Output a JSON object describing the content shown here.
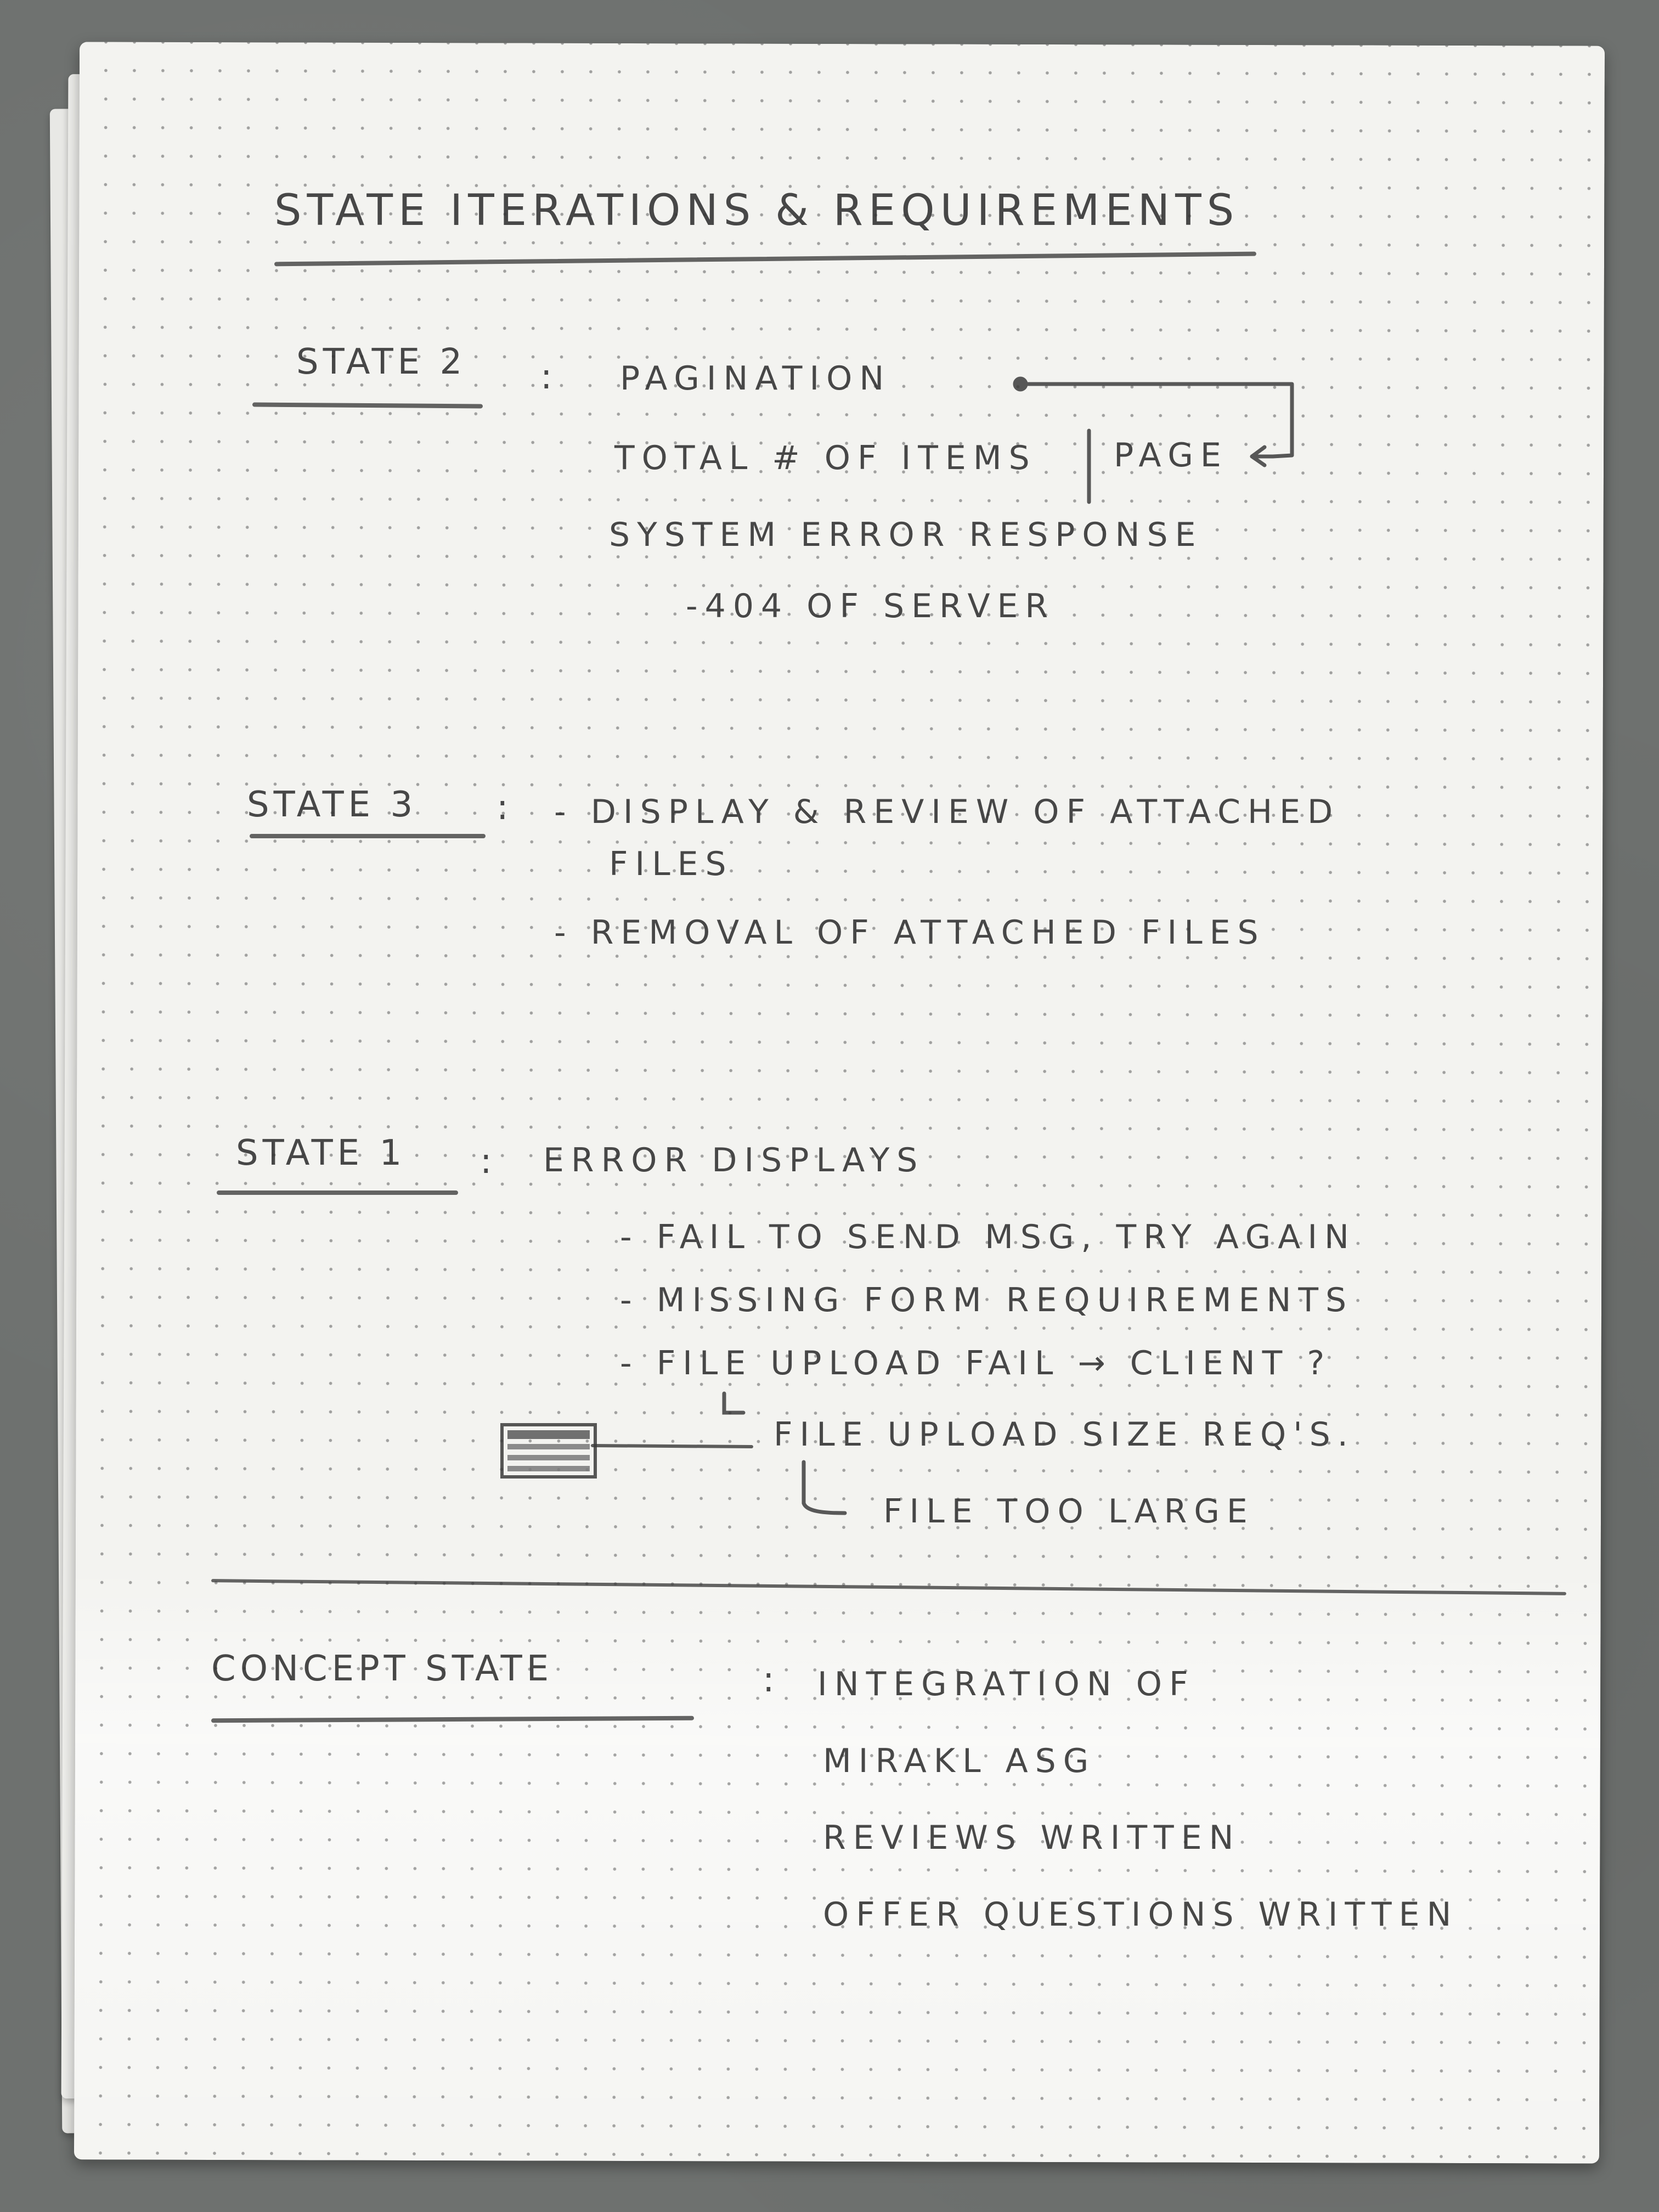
{
  "notes": {
    "title": "State Iterations & Requirements",
    "state2": {
      "label": "State 2",
      "colon": ":",
      "items": [
        "Pagination",
        "Total # of Items",
        "Page",
        "System Error Response",
        "-404 of Server"
      ]
    },
    "state3": {
      "label": "State 3",
      "colon": ":",
      "items": [
        "- Display & Review of Attached",
        "Files",
        "- Removal of Attached Files"
      ]
    },
    "state1": {
      "label": "State 1",
      "colon": ":",
      "items": [
        "Error Displays",
        "- Fail to Send MSG, Try Again",
        "- Missing Form Requirements",
        "- File Upload Fail → Client ?",
        "File Upload Size Req's.",
        "File Too Large"
      ]
    },
    "concept": {
      "label": "Concept State",
      "colon": ":",
      "items": [
        "Integration of",
        "Mirakl ASG",
        "Reviews Written",
        "Offer Questions Written"
      ]
    }
  }
}
